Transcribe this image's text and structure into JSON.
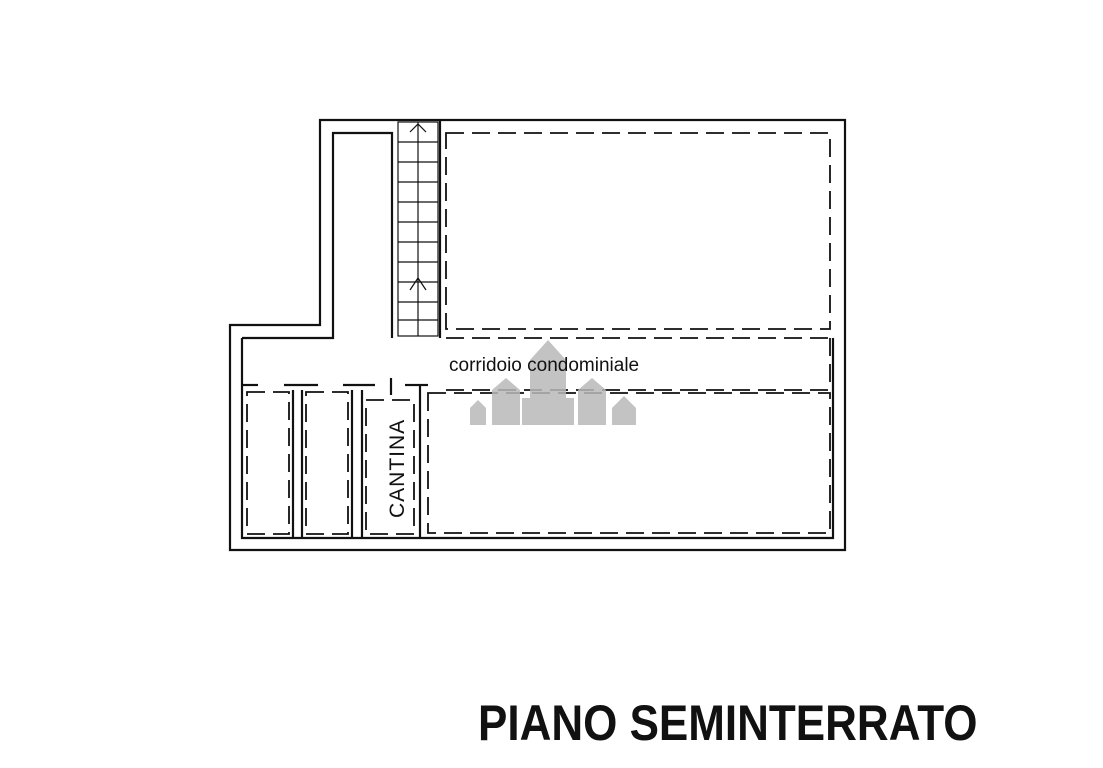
{
  "plan": {
    "title": "PIANO SEMINTERRATO",
    "corridor_label": "corridoio condominiale",
    "cantina_label": "CANTINA"
  },
  "colors": {
    "line": "#111111",
    "watermark": "#b9b9b9",
    "background": "#ffffff"
  },
  "icons": {
    "watermark": "houses-logo-icon"
  }
}
